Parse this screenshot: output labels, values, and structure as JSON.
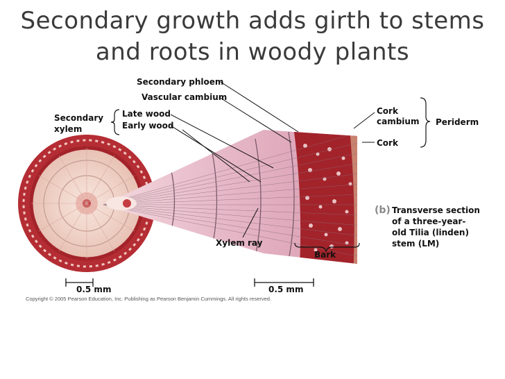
{
  "slide": {
    "title_line1": "Secondary growth adds girth to stems",
    "title_line2": "and roots in woody plants"
  },
  "labels": {
    "secondary_phloem": "Secondary phloem",
    "vascular_cambium": "Vascular cambium",
    "late_wood": "Late wood",
    "early_wood": "Early wood",
    "secondary_xylem_1": "Secondary",
    "secondary_xylem_2": "xylem",
    "cork_cambium_1": "Cork",
    "cork_cambium_2": "cambium",
    "cork": "Cork",
    "periderm": "Periderm",
    "panel_letter": "(b)",
    "caption_1": "Transverse section",
    "caption_2": "of a three-year-",
    "caption_3": "old Tilia (linden)",
    "caption_4": "stem (LM)",
    "xylem_ray": "Xylem ray",
    "bark": "Bark",
    "scale_left": "0.5 mm",
    "scale_right": "0.5 mm"
  },
  "footer": {
    "copyright": "Copyright © 2005 Pearson Education, Inc. Publishing as Pearson Benjamin Cummings. All rights reserved."
  },
  "colors": {
    "bark_red": "#a3232a",
    "wood_pink": "#e8b9c4",
    "wood_light": "#f1d6cf",
    "ring_line": "#7a5a6a"
  }
}
